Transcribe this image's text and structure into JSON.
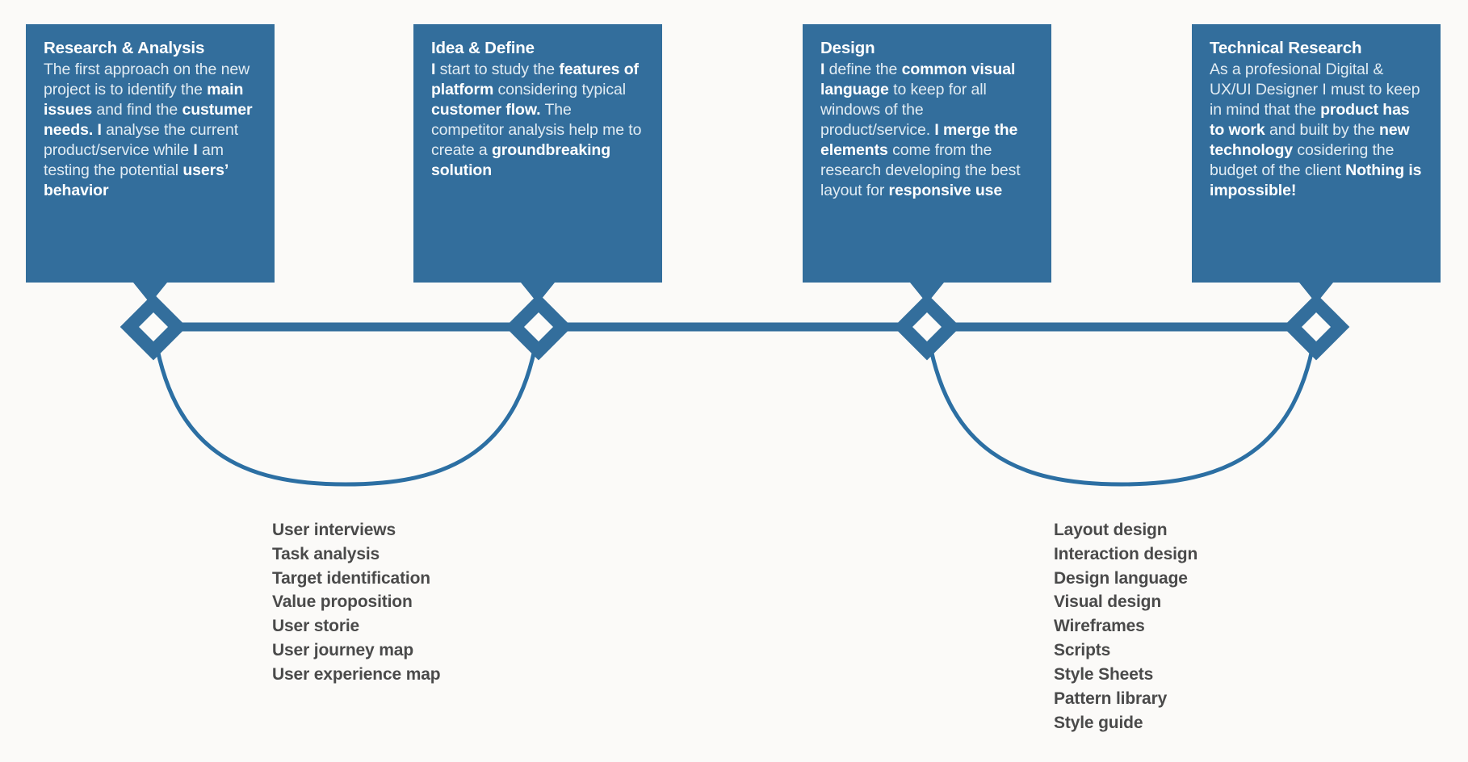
{
  "theme": {
    "background": "#FBFAF8",
    "accent_blue": "#336E9C",
    "card_text": "#E2ECF3",
    "card_heading": "#FFFFFF",
    "list_text": "#4A4A4A"
  },
  "diagram": {
    "type": "process-timeline",
    "stage_count": 4
  },
  "stages": [
    {
      "id": "research-analysis",
      "title": "Research & Analysis",
      "body_html": "The first approach on the new project is to identify the <b>main issues</b> and find the <b>custumer needs.</b> <b>I</b> analyse the current product/service while <b>I</b> am testing the potential <b>users&rsquo; behavior</b>",
      "marker": "diamond"
    },
    {
      "id": "idea-define",
      "title": "Idea & Define",
      "body_html": "<b>I</b> start to study the <b>features of platform</b> considering typical <b>customer flow.</b> The competitor analysis help me to create a <b>groundbreaking solution</b>",
      "marker": "diamond"
    },
    {
      "id": "design",
      "title": "Design",
      "body_html": "<b>I</b> define the <b>common visual language</b> to keep for all windows of the product/service. <b>I merge the elements</b> come from the research developing the best layout for <b>responsive use</b>",
      "marker": "diamond"
    },
    {
      "id": "technical-research",
      "title": "Technical Research",
      "body_html": "As a profesional Digital &amp; UX/UI Designer I must to keep in mind that the <b>product has to work</b> and built by the <b>new technology</b> cosidering the budget of the client <b>Nothing is impossible!</b>",
      "marker": "diamond"
    }
  ],
  "deliverables": {
    "research": {
      "id": "research-deliverables",
      "items": [
        "User interviews",
        "Task analysis",
        "Target identification",
        "Value proposition",
        "User storie",
        "User journey map",
        "User experience map"
      ]
    },
    "design": {
      "id": "design-deliverables",
      "items": [
        "Layout design",
        "Interaction design",
        "Design language",
        "Visual design",
        "Wireframes",
        "Scripts",
        "Style Sheets",
        "Pattern library",
        "Style guide"
      ]
    }
  }
}
